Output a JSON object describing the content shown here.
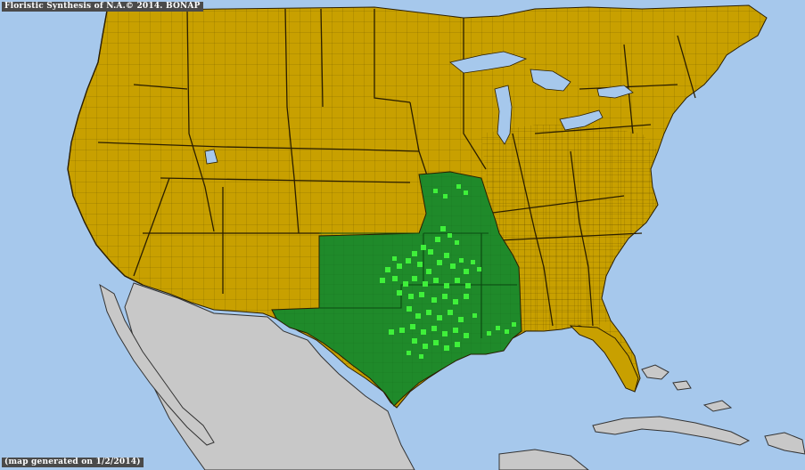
{
  "map": {
    "copyright": "Floristic Synthesis of N.A.© 2014. BONAP",
    "date_generated": "(map generated on 1/2/2014)",
    "colors": {
      "ocean": "#a6c8ec",
      "not_present": "#c8a000",
      "border": "#2a1e00",
      "present_state": "#1f8a2a",
      "present_county": "#3ff03a",
      "mexico_caribbean": "#c8c8c8"
    },
    "states_present": [
      "Texas",
      "Oklahoma",
      "Missouri",
      "Arkansas",
      "Louisiana"
    ]
  }
}
